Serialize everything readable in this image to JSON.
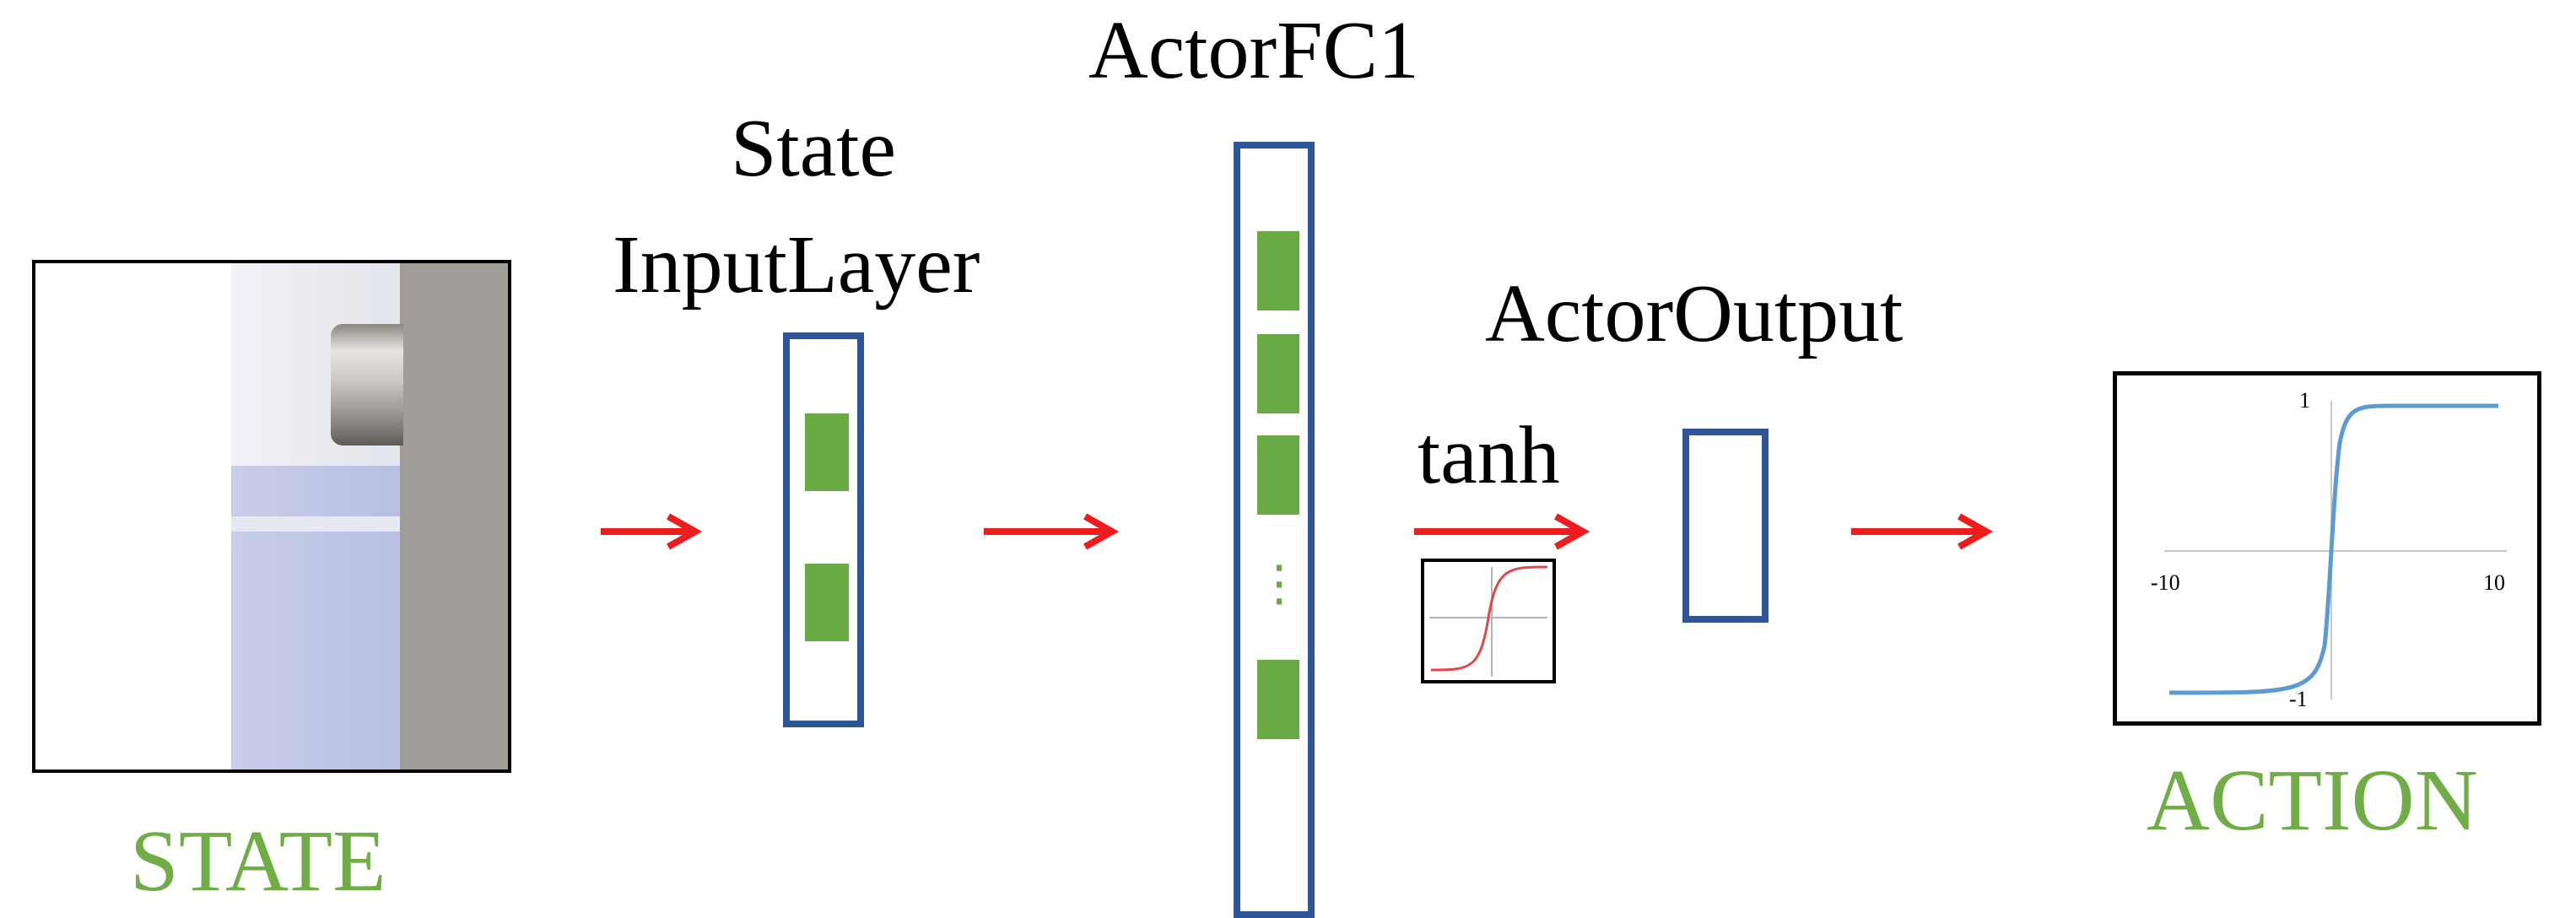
{
  "labels": {
    "state_input_line1": "State",
    "state_input_line2": "InputLayer",
    "actor_fc1": "ActorFC1",
    "actor_output": "ActorOutput",
    "tanh": "tanh",
    "state": "STATE",
    "action": "ACTION",
    "fc1_ellipsis": "⋮"
  },
  "action_plot": {
    "y_top_label": "1",
    "y_bottom_label": "-1",
    "x_left_label": "-10",
    "x_right_label": "10",
    "curve_color": "#5b9bd5"
  },
  "colors": {
    "arrow": "#ee1c1c",
    "layer_border": "#2e5597",
    "neuron": "#6aaa45",
    "green_label": "#70ad47",
    "mini_tanh_curve": "#e04848"
  }
}
